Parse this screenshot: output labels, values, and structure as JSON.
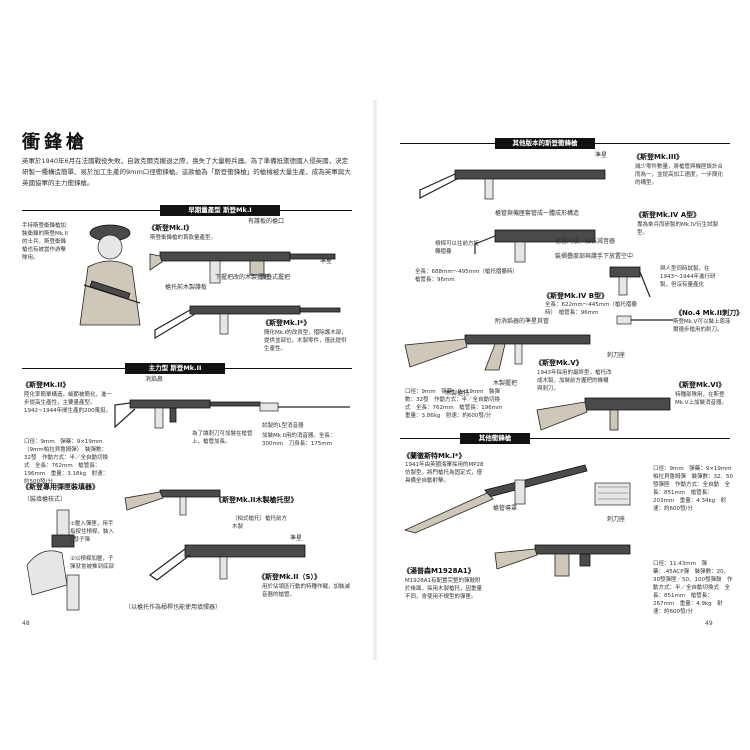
{
  "left": {
    "title": "衝鋒槍",
    "intro": "英軍於1940年6月在法國戰役失敗，自敦克爾克撤退之際，喪失了大量輕兵器。為了準備抵禦德國入侵英國，決定研製一種構造簡單、易於加工生產的9mm口徑衝鋒槍。這款槍為「斯登衝鋒槍」的槍械被大量生產，成為英軍與大英國協軍的主力衝鋒槍。",
    "soldier_caption": "手持斯登衝鋒槍加裝衝鋒的斯登Mk.II的士兵，斯登衝鋒槍也有被當作游擊隊用。",
    "sec1": "早期量產型 斯登Mk.I",
    "mk1_head": "《斯登Mk.I》",
    "mk1_desc": "斯登衝鋒槍的首款量產型。",
    "mk1_lbl_flash": "有護板的槍口",
    "mk1_lbl_wood": "槍托前木製護板",
    "mk1_lbl_foregrip": "下握把改的木製握把",
    "mk1_lbl_fold": "摺疊式握把",
    "mk1_lbl_sight": "準星",
    "mk1s_head": "《斯登Mk.I*》",
    "mk1s_desc": "簡化Mk.I的改良型，摺除護木部，提供並部位，木製零件，僅此提供生產性。",
    "sec2": "主力型 斯登Mk.II",
    "mk2_head": "《斯登Mk.II》",
    "mk2_desc": "陸化率簡單構造，細節被簡化，進一步提高生產性，主要量產型。1942~1944年間生產約200萬挺。",
    "mk2_spec": "口徑：9mm　彈藥：9×19mm（9mm帕拉貝魯姆彈）　裝彈數：32發　作動方式：半／全自動切換式　全長：762mm　槍管長：196mm　重量：3.18kg　射速：約500發/分",
    "mk2_lbl_muzzle": "消焰鼻",
    "mk2_lbl_bayonet": "為了讓刺刀可加裝在槍管上，槍管加長。",
    "mk2_lbl_silencer": "試製的L型消音器",
    "mk2_lbl_silencer_desc": "加裝Mk.II用的消音器。全長：300mm　刀身長：175mm",
    "loader_head": "《斯登專用彈匣裝填器》",
    "loader_step1": "〔裝填槍枝式〕",
    "loader_step2": "①壓入彈匣，用手指按住槓桿，裝入1發子彈",
    "loader_step3": "②以槓桿加壓，子彈就會被推到底部",
    "mk2wood_head": "《斯登Mk.II木製槍托型》",
    "mk2wood_desc": "（柏式槍托）槍托前方木製",
    "mk2s_head": "《斯登Mk.II（S）》",
    "mk2s_desc": "用於佔領區行動的特種作戰，加裝滅音器的槍管。",
    "mk2s_lbl": "準星",
    "footer_note": "（以槍托作為槓桿也能使用填彈器）",
    "page_number": "48"
  },
  "right": {
    "sec1": "其他版本的斯登衝鋒槍",
    "mk3_head": "《斯登Mk.III》",
    "mk3_desc": "減少零件數量，將槍管與機匣設計合而為一，並提高加工速度，一步簡化的構型。",
    "mk3_lbl_sight": "準星",
    "mk3_lbl_stock": "槍管與機匣套管成一體成形構造",
    "mk4a_head": "《斯登Mk.IV A型》",
    "mk4a_desc": "專為傘兵而研製的Mk.IV衍生試製型。",
    "mk4a_lbl_grip": "槓桿可以往前方旋轉摺疊",
    "mk4a_lbl_rear": "槍管向後，加裝減音器",
    "mk4a_lbl_fold": "裝摺疊度部與護手下放置空中",
    "mk4a_spec": "全長：688mm～495mm（槍托摺疊時）　槍管長：96mm",
    "mk4b_head": "《斯登Mk.IV B型》",
    "mk4b_desc": "全長：622mm～445mm（槍托摺疊時）　槍管長：96mm",
    "mk4b_lbl": "與人型同時試製，在1943～1944年進行研製，但沒有量產化",
    "mk4b_lbl2": "附消焰器的準星其管",
    "mk5_head": "《斯登Mk.V》",
    "mk5_desc": "1943年採用的最終型，槍托改成木製，加裝前方握把的機構與刺刀。",
    "mk5_lbl_wood": "木製槍托",
    "mk5_lbl_grip": "木製握把",
    "mk5_lbl_bayonet": "刺刀座",
    "mk5_spec": "口徑：9mm　彈藥：9×19mm　裝彈數：32發　作動方式：半／全自動切換式　全長：762mm　槍管長：196mm　重量：3.86kg　射速：約600發/分",
    "no4_head": "《No.4 Mk.II刺刀》",
    "no4_desc": "斯登Mk.V可以裝上恩菲爾德步槍用的刺刀。",
    "mk6_head": "《斯登Mk.VI》",
    "mk6_desc": "特種部隊用，在斯登Mk.V上加裝消音器。",
    "sec2": "其他衝鋒槍",
    "lanchester_head": "《蘭徹斯特Mk.I*》",
    "lanchester_desc": "1941年由英國海軍採用的MP28仿製型，將門槍托為固定式，僅具備全自動射擊。",
    "lanchester_lbl_mag": "槍管導罩",
    "lanchester_lbl_bayonet": "刺刀座",
    "lanchester_spec": "口徑：9mm　彈藥：9×19mm帕拉貝魯姆彈　裝彈數：32、50發彈匣　作動方式：全自動　全長：851mm　槍管長：203mm　重量：4.34kg　射速：約600發/分",
    "thompson_head": "《湯普森M1928A1》",
    "thompson_desc": "M1928A1有配置完整的彈鼓附於後面，採用木製槍托，因重量不同，會使用不規型的彈匣。",
    "thompson_spec": "口徑：11.43mm　彈藥：.45ACP彈　裝彈數：20、30發彈匣／50、100發彈鼓　作動方式：半／全自動切換式　全長：851mm　槍管長：267mm　重量：4.9kg　射速：約600發/分",
    "page_number": "49"
  }
}
